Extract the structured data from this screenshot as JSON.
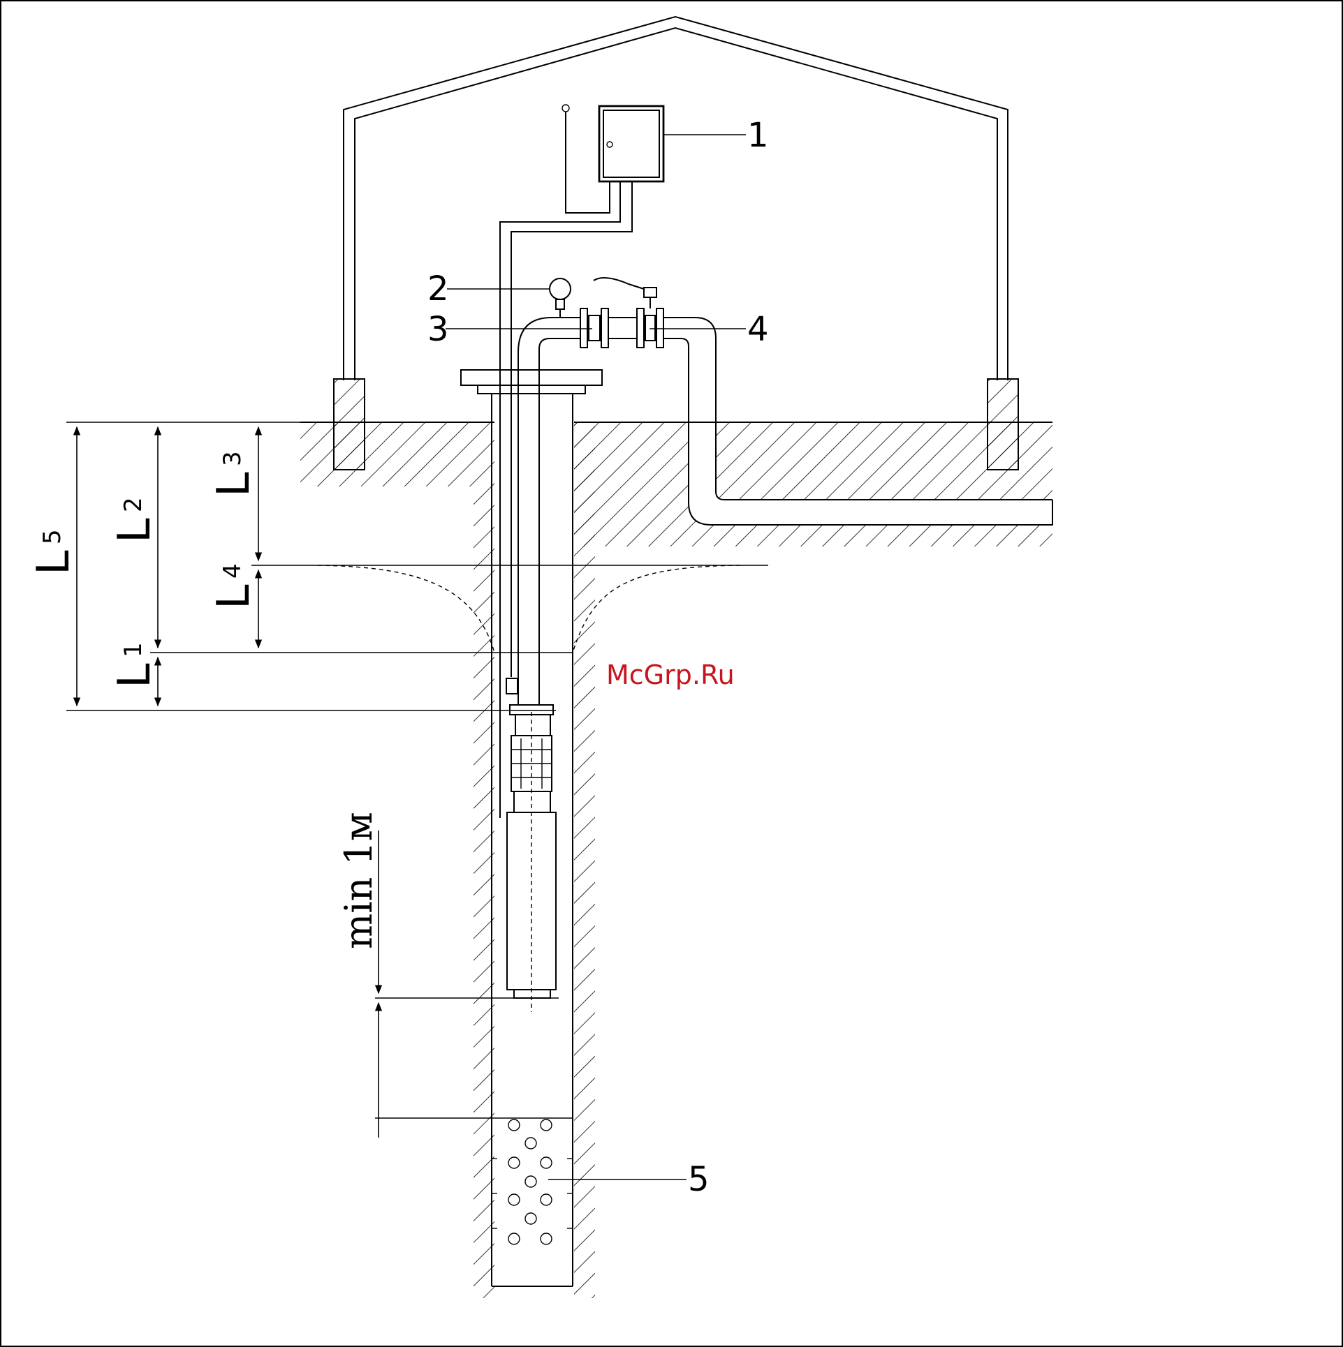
{
  "callouts": {
    "control_box": "1",
    "pressure_gauge": "2",
    "check_valve": "3",
    "gate_valve": "4",
    "filter": "5"
  },
  "dimensions": {
    "L5": {
      "letter": "L",
      "sub": "5"
    },
    "L2": {
      "letter": "L",
      "sub": "2"
    },
    "L3": {
      "letter": "L",
      "sub": "3"
    },
    "L4": {
      "letter": "L",
      "sub": "4"
    },
    "L1": {
      "letter": "L",
      "sub": "1"
    },
    "min_clearance": "min 1м"
  },
  "watermark": "McGrp.Ru",
  "colors": {
    "line": "#000000",
    "background": "#ffffff",
    "watermark": "#c8141e"
  }
}
